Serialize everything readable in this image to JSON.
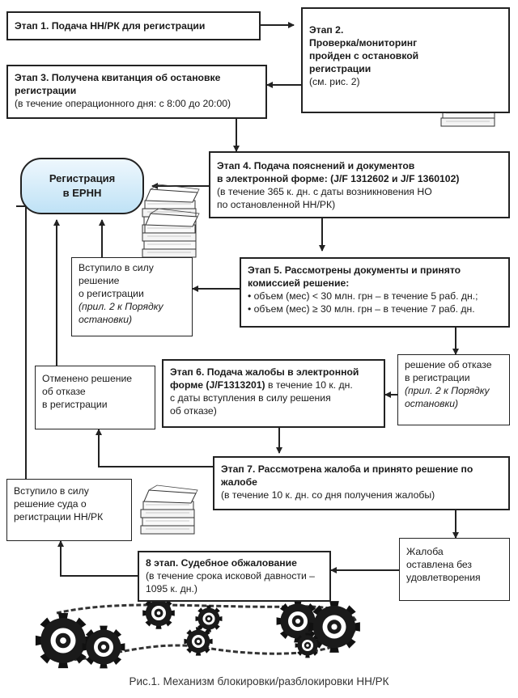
{
  "stage1": {
    "title": "Этап 1. Подача НН/РК для регистрации"
  },
  "stage2": {
    "title": "Этап 2.",
    "line1": "Проверка/мониторинг",
    "line2": "пройден с остановкой",
    "line3": "регистрации",
    "note": "(см. рис. 2)"
  },
  "stage3": {
    "title_line1": "Этап 3. Получена квитанция об остановке",
    "title_line2": "регистрации",
    "note": "(в течение операционного дня: с 8:00 до 20:00)"
  },
  "registry": {
    "line1": "Регистрация",
    "line2": "в ЕРНН"
  },
  "stage4": {
    "title_line1": "Этап 4. Подача пояснений и документов",
    "title_line2": "в электронной форме: (J/F 1312602 и J/F 1360102)",
    "note_line1": "(в течение 365 к. дн. с даты возникновения НО",
    "note_line2": "по остановленной НН/РК)"
  },
  "decision_approved": {
    "line1": "Вступило в силу",
    "line2": "решение",
    "line3": "о регистрации",
    "ref_line1": "(прил. 2 к Порядку",
    "ref_line2": "остановки)"
  },
  "stage5": {
    "title_line1": "Этап 5. Рассмотрены документы и принято",
    "title_line2": "комиссией решение:",
    "items": [
      "объем (мес) < 30 млн. грн – в течение 5 раб. дн.;",
      "объем (мес) ≥ 30 млн. грн – в течение 7 раб. дн."
    ]
  },
  "refusal_cancelled": {
    "line1": "Отменено решение",
    "line2": "об отказе",
    "line3": "в регистрации"
  },
  "stage6": {
    "title_line1": "Этап 6. Подача жалобы в электронной",
    "title_line2": "форме (J/F1313201)",
    "note_inline": " в течение 10 к. дн.",
    "note_line2": "с даты вступления в силу решения",
    "note_line3": "об отказе)"
  },
  "refusal_decision": {
    "line1": "решение об отказе",
    "line2": "в регистрации",
    "ref_line1": "(прил. 2 к Порядку",
    "ref_line2": "остановки)"
  },
  "stage7": {
    "title_line1": "Этап 7. Рассмотрена жалоба и принято решение по",
    "title_line2": "жалобе",
    "note": "(в течение 10 к. дн. со дня получения жалобы)"
  },
  "court_decision": {
    "line1": "Вступило в силу",
    "line2": "решение суда о",
    "line3": "регистрации НН/РК"
  },
  "stage8": {
    "title": "8 этап. Судебное обжалование",
    "note_line1": "(в течение срока исковой давности –",
    "note_line2": "1095 к. дн.)"
  },
  "complaint_rejected": {
    "line1": "Жалоба",
    "line2": "оставлена без",
    "line3": "удовлетворения"
  },
  "caption": "Рис.1. Механизм блокировки/разблокировки НН/РК"
}
